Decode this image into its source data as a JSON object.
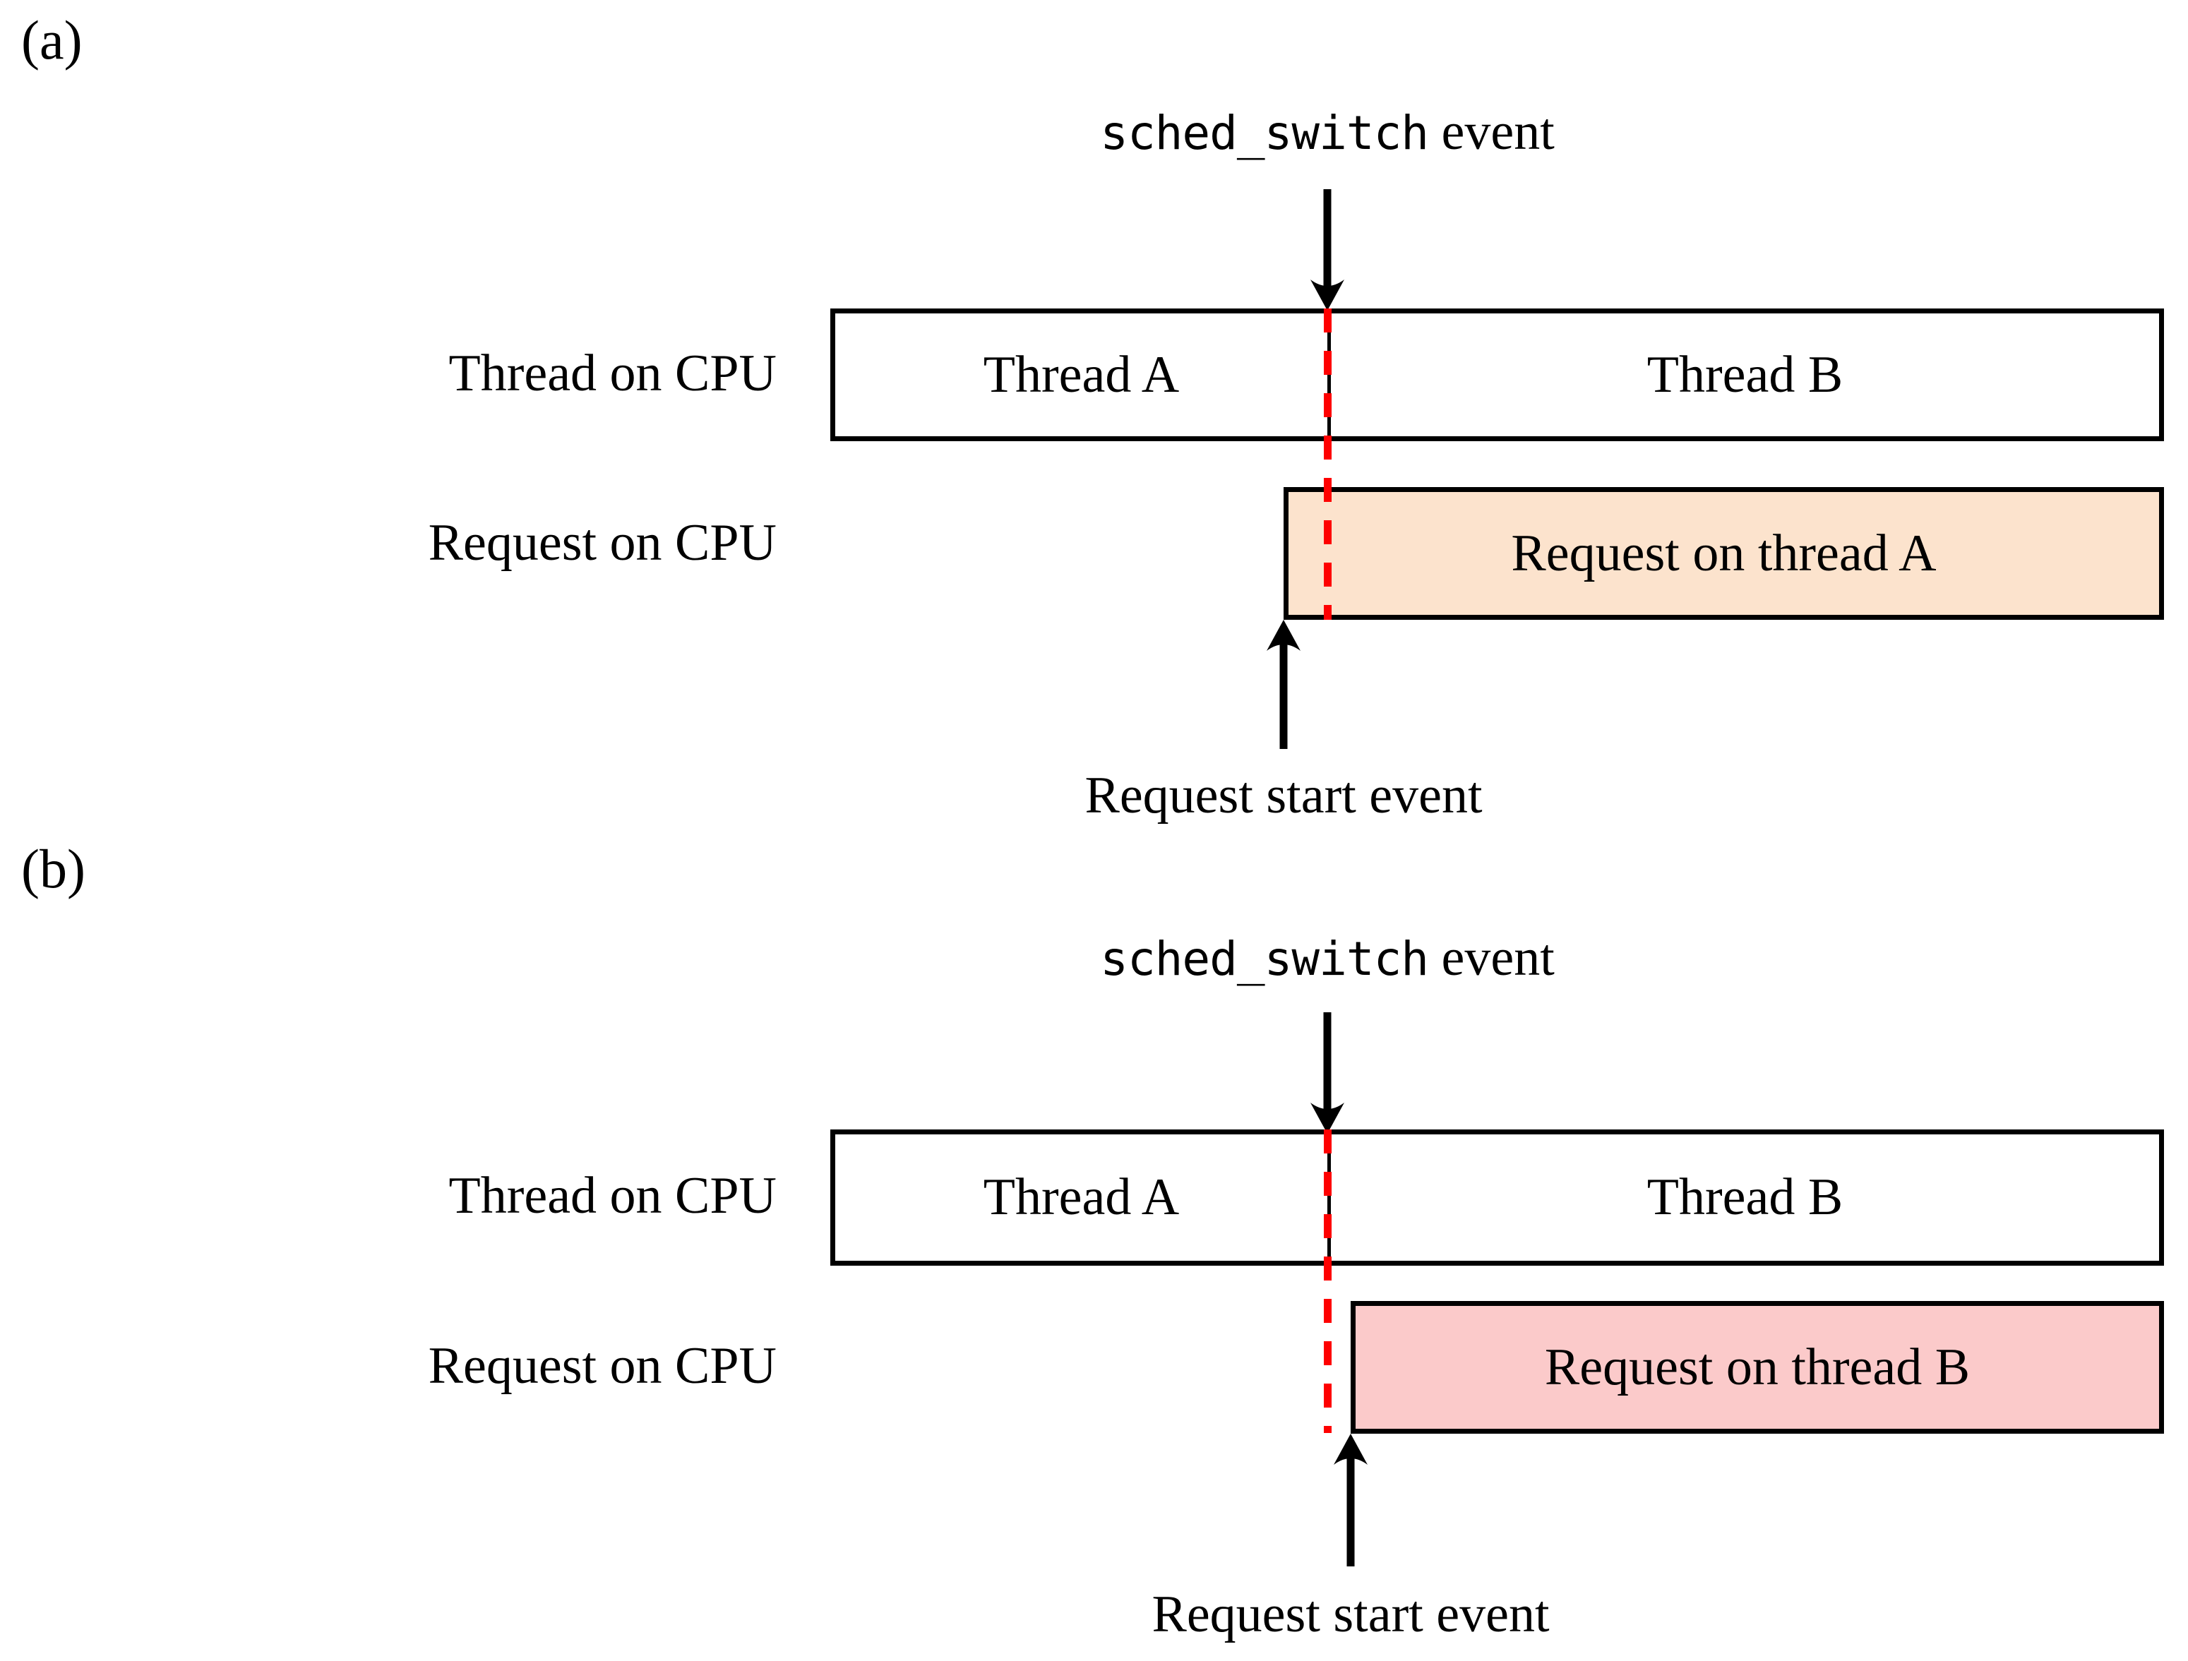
{
  "figure": {
    "caption_a_label": "(a)",
    "caption_b_label": "(b)"
  },
  "colors": {
    "request_a_fill": "#fce3cd",
    "request_b_fill": "#fbcaca",
    "marker_red": "#fe0000",
    "stroke_black": "#000000",
    "background": "#ffffff"
  },
  "panels": [
    {
      "id": "a",
      "label": "(a)",
      "top_event": {
        "label_mono": "sched_switch",
        "label_rest": " event",
        "arrow_direction": "down",
        "icon": "down-arrow-icon"
      },
      "thread_row": {
        "row_label": "Thread on CPU",
        "segments": [
          {
            "name": "Thread A",
            "label": "Thread A"
          },
          {
            "name": "Thread B",
            "label": "Thread B"
          }
        ]
      },
      "request_row": {
        "row_label": "Request on CPU",
        "box_label": "Request on thread A",
        "fill": "#fce3cd"
      },
      "bottom_event": {
        "label": "Request start event",
        "arrow_direction": "up",
        "icon": "up-arrow-icon"
      },
      "marker": {
        "name": "sched-switch-marker",
        "style": "red-dashed-vertical"
      }
    },
    {
      "id": "b",
      "label": "(b)",
      "top_event": {
        "label_mono": "sched_switch",
        "label_rest": " event",
        "arrow_direction": "down",
        "icon": "down-arrow-icon"
      },
      "thread_row": {
        "row_label": "Thread on CPU",
        "segments": [
          {
            "name": "Thread A",
            "label": "Thread A"
          },
          {
            "name": "Thread B",
            "label": "Thread B"
          }
        ]
      },
      "request_row": {
        "row_label": "Request on CPU",
        "box_label": "Request on thread B",
        "fill": "#fbcaca"
      },
      "bottom_event": {
        "label": "Request start event",
        "arrow_direction": "up",
        "icon": "up-arrow-icon"
      },
      "marker": {
        "name": "sched-switch-marker",
        "style": "red-dashed-vertical"
      }
    }
  ]
}
